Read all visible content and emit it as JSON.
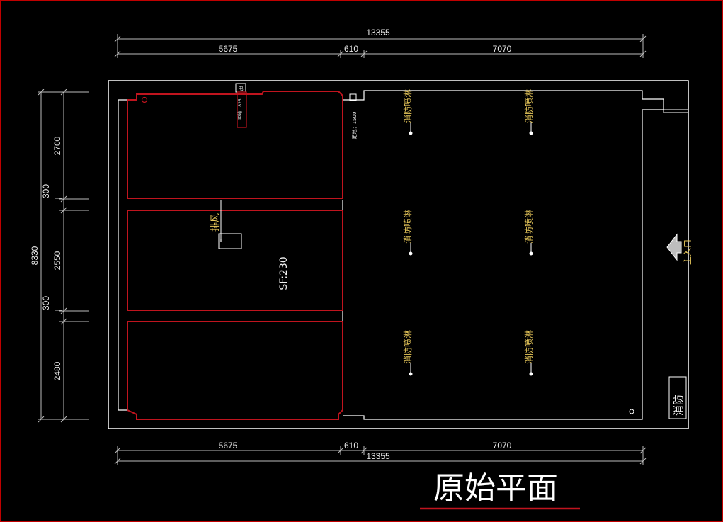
{
  "title": "原始平面",
  "dims_top": {
    "total": "13355",
    "left": "5675",
    "mid": "610",
    "right": "7070"
  },
  "dims_bottom": {
    "total": "13355",
    "left": "5675",
    "mid": "610",
    "right": "7070"
  },
  "dims_left": {
    "total": "8330",
    "a": "2700",
    "b": "300",
    "c": "2550",
    "d": "300",
    "e": "2480"
  },
  "labels": {
    "exhaust": "排风",
    "area": "SF:230",
    "sprinkler": "消防喷淋",
    "entrance": "主入口",
    "fire": "消防",
    "height_left": "距地：825",
    "elec": "电",
    "height_right": "距地：1500"
  },
  "colors": {
    "wall": "#ffffff",
    "room": "#c0141e",
    "dim": "#bdbdbd",
    "text_yellow": "#e8c85a"
  }
}
